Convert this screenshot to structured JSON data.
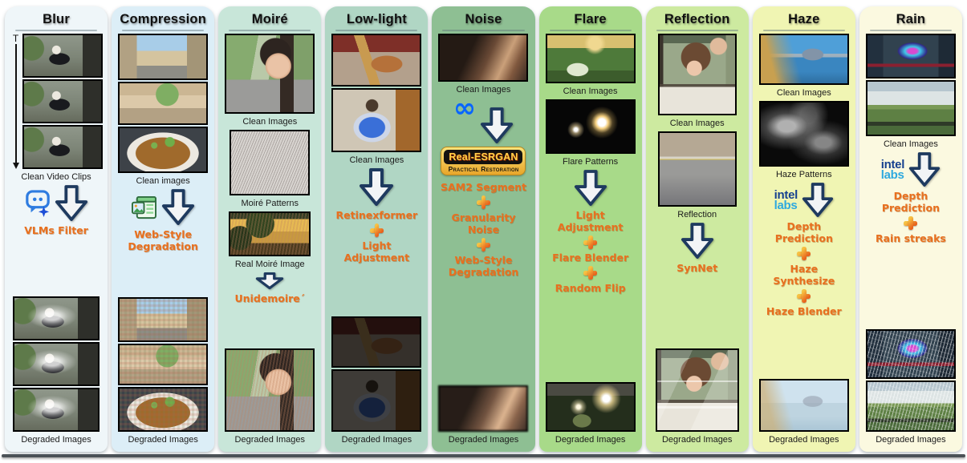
{
  "palette": {
    "process_orange": "#e8701f",
    "arrow_outline": "#1e3a5f",
    "arrow_fill": "#f2f4f6",
    "plus_gradient": [
      "#f6c243",
      "#e8601c"
    ],
    "meta_blue": "#0866ff",
    "intel_dark_blue": "#16418f",
    "intel_light_blue": "#2ea9df",
    "esrgan_gold": "#ffd24a",
    "title_text": "#101010",
    "caption_text": "#1b1b1b"
  },
  "icons": {
    "meta_glyph": "∞"
  },
  "columns": [
    {
      "title": "Blur",
      "bg": "#eff6f9",
      "time_axis_label": "T",
      "clean_label": "Clean Video Clips",
      "steps": [
        "VLMs Filter"
      ],
      "degraded_label": "Degraded Images"
    },
    {
      "title": "Compression",
      "bg": "#dceef7",
      "clean_label": "Clean images",
      "steps": [
        "Web-Style Degradation"
      ],
      "degraded_label": "Degraded Images"
    },
    {
      "title": "Moiré",
      "bg": "#c8e6d9",
      "clean_label": "Clean Images",
      "pattern_label": "Moiré Patterns",
      "real_label": "Real Moiré Image",
      "steps": [
        "Unidemoire´"
      ],
      "degraded_label": "Degraded Images"
    },
    {
      "title": "Low-light",
      "bg": "#b0d6c4",
      "clean_label": "Clean Images",
      "steps": [
        "Retinexformer",
        "Light Adjustment"
      ],
      "degraded_label": "Degraded Images"
    },
    {
      "title": "Noise",
      "bg": "#8ebf93",
      "clean_label": "Clean Images",
      "badge": {
        "title": "Real-ESRGAN",
        "subtitle": "Practical Restoration"
      },
      "steps": [
        "SAM2 Segment",
        "Granularity Noise",
        "Web-Style Degradation"
      ],
      "degraded_label": "Degraded Images"
    },
    {
      "title": "Flare",
      "bg": "#a8da89",
      "clean_label": "Clean Images",
      "pattern_label": "Flare Patterns",
      "steps": [
        "Light Adjustment",
        "Flare Blender",
        "Random Flip"
      ],
      "degraded_label": "Degraded Images"
    },
    {
      "title": "Reflection",
      "bg": "#cdeaa0",
      "clean_label": "Clean Images",
      "reflection_label": "Reflection",
      "steps": [
        "SynNet"
      ],
      "degraded_label": "Degraded Images"
    },
    {
      "title": "Haze",
      "bg": "#f0f5b3",
      "clean_label": "Clean Images",
      "pattern_label": "Haze Patterns",
      "logo": {
        "line1": "intel",
        "line2": "labs"
      },
      "steps": [
        "Depth Prediction",
        "Haze Synthesize",
        "Haze Blender"
      ],
      "degraded_label": "Degraded Images"
    },
    {
      "title": "Rain",
      "bg": "#fbf9e0",
      "clean_label": "Clean Images",
      "logo": {
        "line1": "intel",
        "line2": "labs"
      },
      "steps": [
        "Depth Prediction",
        "Rain streaks"
      ],
      "degraded_label": "Degraded Images"
    }
  ]
}
